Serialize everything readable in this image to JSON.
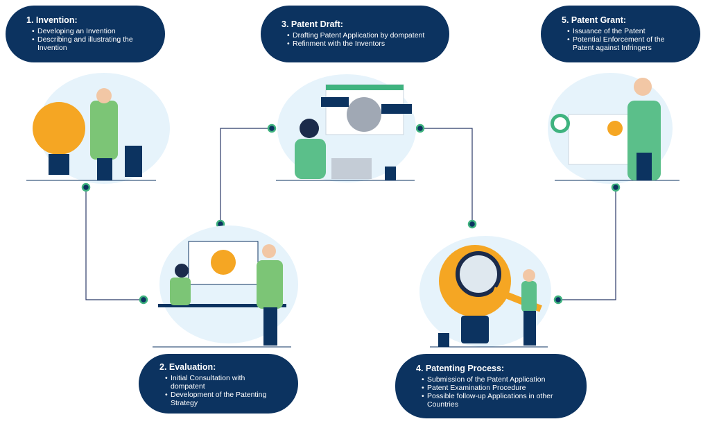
{
  "steps": [
    {
      "title": "1. Invention:",
      "items": [
        "Developing an Invention",
        "Describing and illustrating the Invention"
      ]
    },
    {
      "title": "2. Evaluation:",
      "items": [
        "Initial Consultation with dompatent",
        "Development of the Patenting Strategy"
      ]
    },
    {
      "title": "3. Patent Draft:",
      "items": [
        "Drafting Patent Application by dompatent",
        "Refinment with the Inventors"
      ]
    },
    {
      "title": "4. Patenting Process:",
      "items": [
        "Submission of the Patent Application",
        "Patent Examination Procedure",
        "Possible follow-up Applications in other Countries"
      ]
    },
    {
      "title": "5. Patent Grant:",
      "items": [
        "Issuance of the Patent",
        "Potential Enforcement of the Patent against Infringers"
      ]
    }
  ],
  "colors": {
    "box": "#0c3360",
    "connector": "#2b3a67",
    "accent_green": "#3fb37f",
    "bulb": "#f5a623",
    "blob": "#e6f3fb"
  }
}
